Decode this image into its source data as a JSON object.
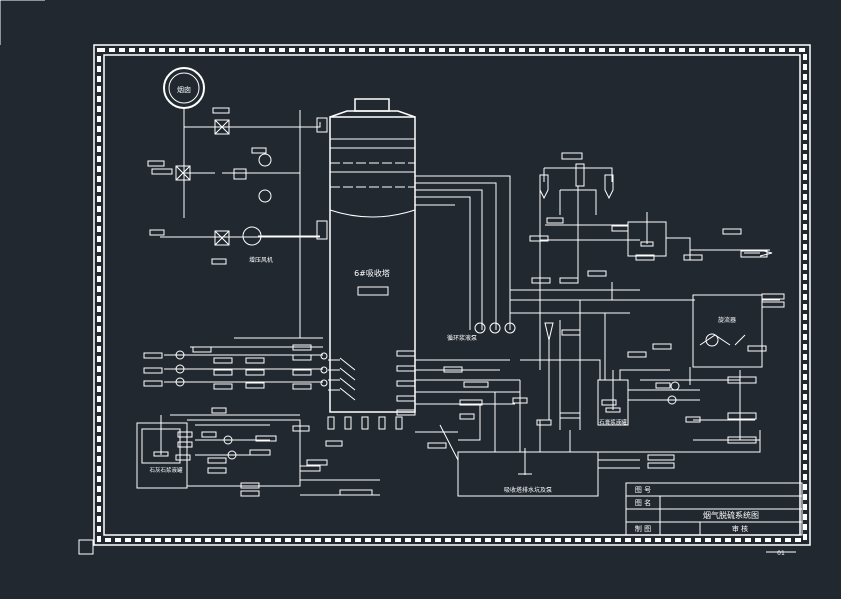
{
  "drawing": {
    "tower_label": "6#吸收塔",
    "tower_sub_label": "",
    "inlet_label": "增压风机",
    "flue_label": "烟囱",
    "pump_group_label": "循环浆液泵",
    "tank_left_label": "石灰石浆液罐",
    "tank_right_label": "石膏浆液罐",
    "box_right_label": "旋流器",
    "bottom_box_label": "吸收塔排水坑及泵",
    "page_number": "01"
  },
  "title_block": {
    "row1_label": "图 号",
    "row2_label": "图 名",
    "row2_value": "烟气脱硫系统图",
    "row3_label": "制 图",
    "row3_value": "审 核"
  },
  "colors": {
    "background": "#212830",
    "line": "#ffffff"
  }
}
